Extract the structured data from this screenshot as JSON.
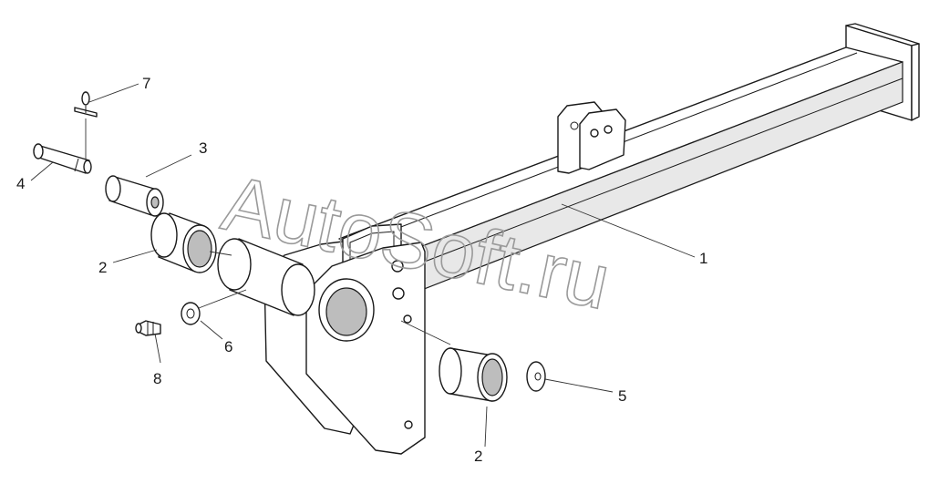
{
  "watermark": "AutoSoft.ru",
  "callouts": {
    "c1": "1",
    "c2a": "2",
    "c2b": "2",
    "c3": "3",
    "c4": "4",
    "c5": "5",
    "c6": "6",
    "c7": "7",
    "c8": "8"
  }
}
